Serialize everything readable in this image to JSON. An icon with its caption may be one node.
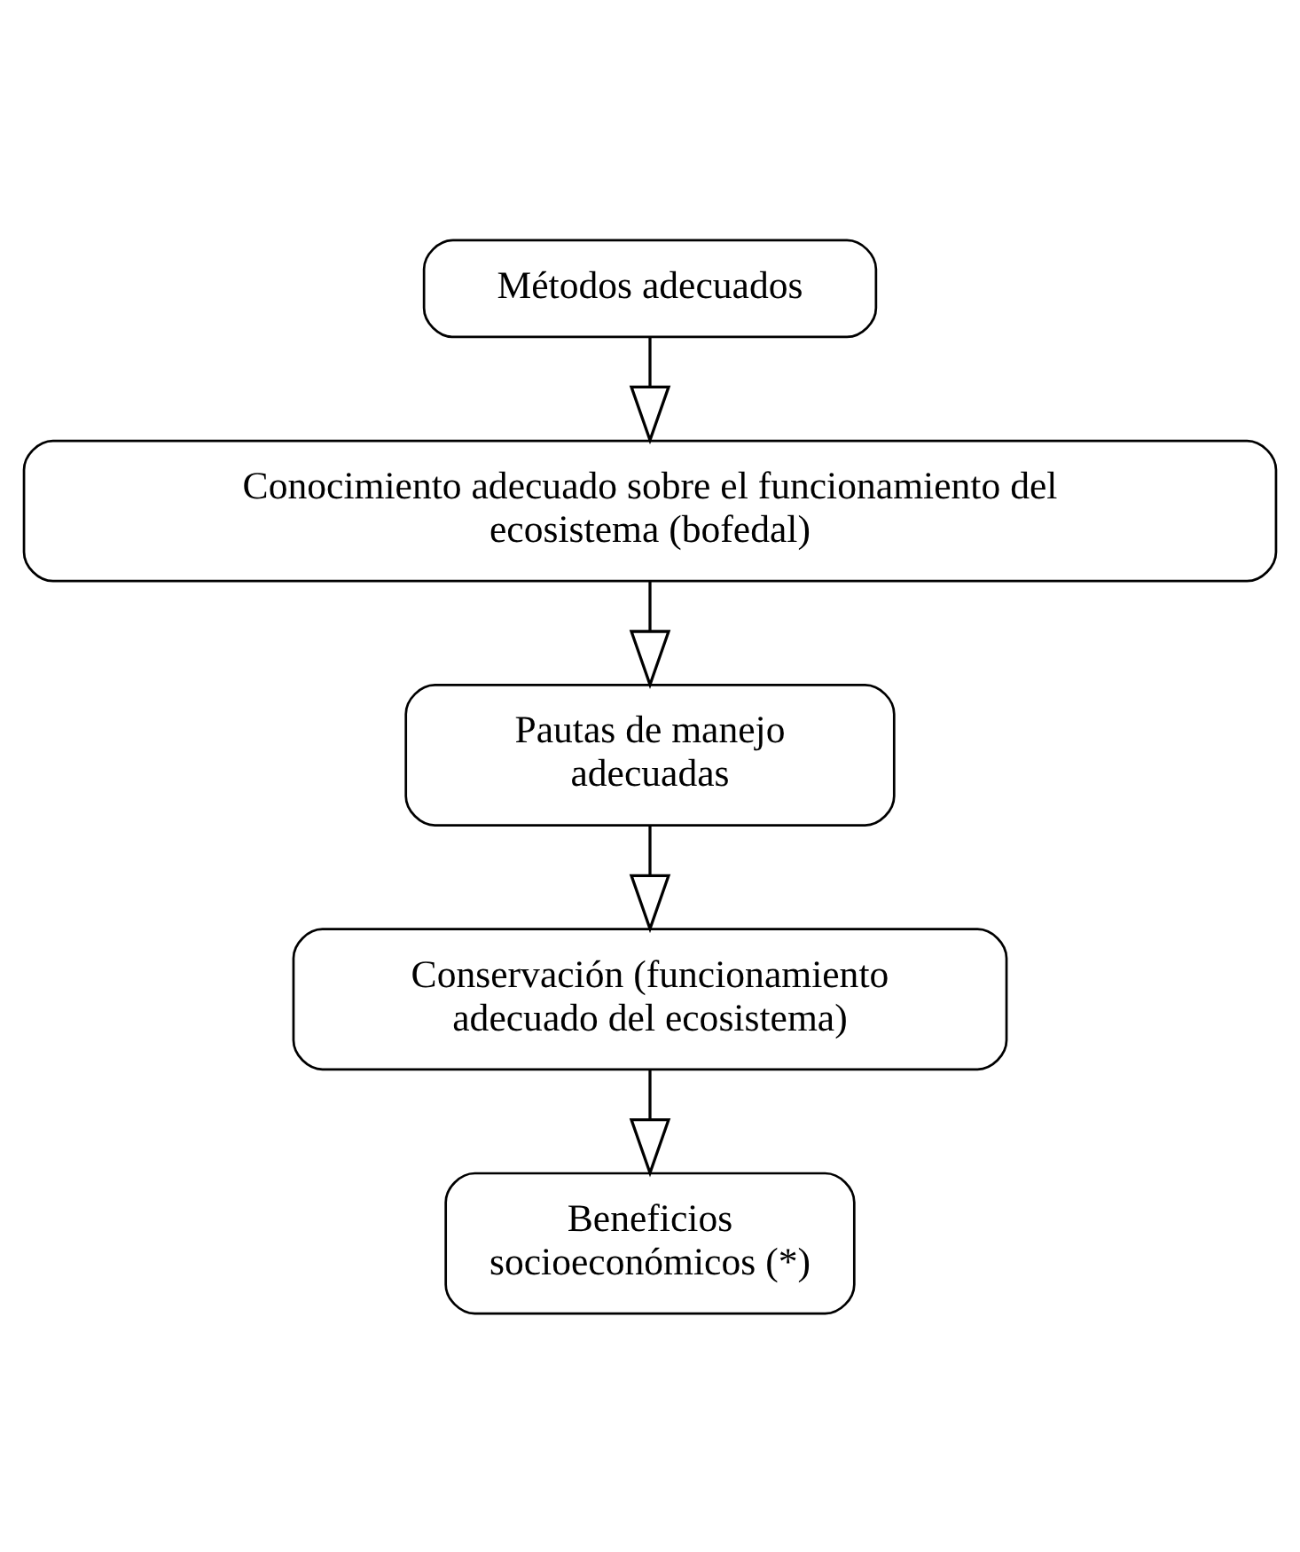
{
  "diagram": {
    "nodes": [
      {
        "text": [
          "Métodos adecuados"
        ]
      },
      {
        "text": [
          "Conocimiento adecuado sobre el funcionamiento del ecosistema (bofedal)"
        ]
      },
      {
        "text": [
          "Pautas de manejo adecuadas"
        ]
      },
      {
        "text": [
          "Conservación (funcionamiento adecuado del ecosistema)"
        ]
      },
      {
        "text": [
          "Beneficios socioeconómicos (*)"
        ]
      }
    ],
    "edges": [
      {
        "from": 0,
        "to": 1,
        "arrow": "to"
      },
      {
        "from": 1,
        "to": 2,
        "arrow": "to"
      },
      {
        "from": 2,
        "to": 3,
        "arrow": "to"
      },
      {
        "from": 3,
        "to": 4,
        "arrow": "to"
      }
    ]
  }
}
